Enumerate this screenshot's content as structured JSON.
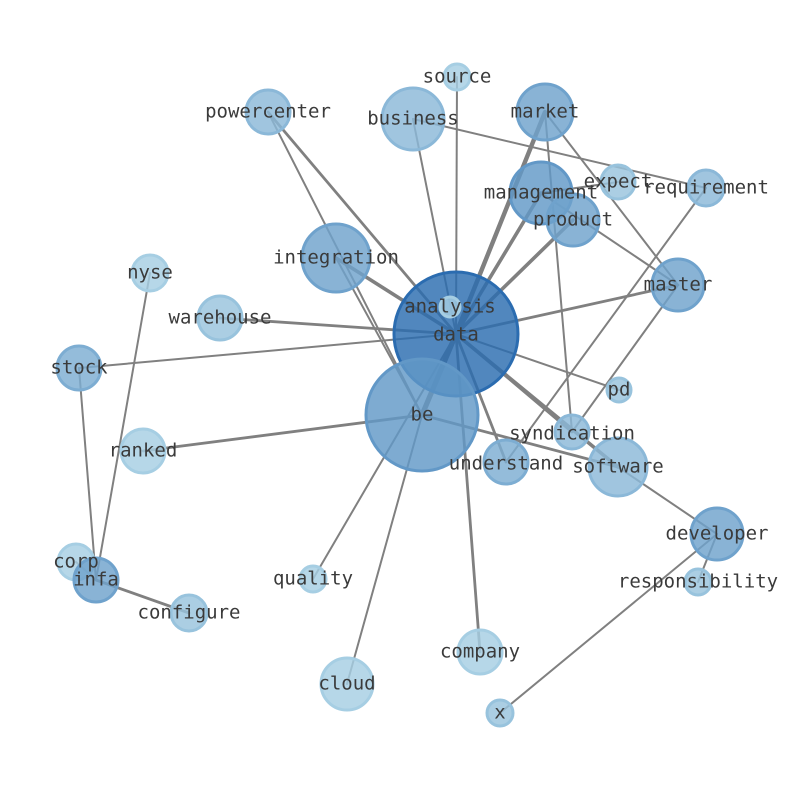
{
  "graph": {
    "nodes": [
      {
        "id": "data",
        "label": "data",
        "weight": 10
      },
      {
        "id": "analysis",
        "label": "analysis",
        "weight": 1
      },
      {
        "id": "be",
        "label": "be",
        "weight": 6
      },
      {
        "id": "source",
        "label": "source",
        "weight": 1
      },
      {
        "id": "powercenter",
        "label": "powercenter",
        "weight": 3
      },
      {
        "id": "business",
        "label": "business",
        "weight": 3
      },
      {
        "id": "market",
        "label": "market",
        "weight": 5
      },
      {
        "id": "management",
        "label": "management",
        "weight": 6
      },
      {
        "id": "expect",
        "label": "expect",
        "weight": 2
      },
      {
        "id": "requirement",
        "label": "requirement",
        "weight": 3
      },
      {
        "id": "product",
        "label": "product",
        "weight": 5
      },
      {
        "id": "integration",
        "label": "integration",
        "weight": 5
      },
      {
        "id": "nyse",
        "label": "nyse",
        "weight": 1
      },
      {
        "id": "warehouse",
        "label": "warehouse",
        "weight": 2
      },
      {
        "id": "master",
        "label": "master",
        "weight": 5
      },
      {
        "id": "stock",
        "label": "stock",
        "weight": 4
      },
      {
        "id": "pd",
        "label": "pd",
        "weight": 2
      },
      {
        "id": "ranked",
        "label": "ranked",
        "weight": 1
      },
      {
        "id": "syndication",
        "label": "syndication",
        "weight": 3
      },
      {
        "id": "understand",
        "label": "understand",
        "weight": 4
      },
      {
        "id": "software",
        "label": "software",
        "weight": 3
      },
      {
        "id": "developer",
        "label": "developer",
        "weight": 5
      },
      {
        "id": "responsibility",
        "label": "responsibility",
        "weight": 2
      },
      {
        "id": "corp",
        "label": "corp",
        "weight": 1
      },
      {
        "id": "infa",
        "label": "infa",
        "weight": 5
      },
      {
        "id": "configure",
        "label": "configure",
        "weight": 2
      },
      {
        "id": "quality",
        "label": "quality",
        "weight": 1
      },
      {
        "id": "company",
        "label": "company",
        "weight": 1
      },
      {
        "id": "cloud",
        "label": "cloud",
        "weight": 1
      },
      {
        "id": "x",
        "label": "x",
        "weight": 2
      }
    ],
    "edges": [
      {
        "source": "data",
        "target": "be",
        "weight": 5
      },
      {
        "source": "data",
        "target": "integration",
        "weight": 3
      },
      {
        "source": "data",
        "target": "market",
        "weight": 4
      },
      {
        "source": "data",
        "target": "management",
        "weight": 3
      },
      {
        "source": "data",
        "target": "product",
        "weight": 3
      },
      {
        "source": "data",
        "target": "master",
        "weight": 2
      },
      {
        "source": "data",
        "target": "warehouse",
        "weight": 2
      },
      {
        "source": "data",
        "target": "stock",
        "weight": 1
      },
      {
        "source": "data",
        "target": "pd",
        "weight": 1
      },
      {
        "source": "data",
        "target": "software",
        "weight": 3
      },
      {
        "source": "data",
        "target": "syndication",
        "weight": 2
      },
      {
        "source": "data",
        "target": "understand",
        "weight": 2
      },
      {
        "source": "data",
        "target": "powercenter",
        "weight": 2
      },
      {
        "source": "data",
        "target": "business",
        "weight": 1
      },
      {
        "source": "data",
        "target": "source",
        "weight": 1
      },
      {
        "source": "data",
        "target": "quality",
        "weight": 1
      },
      {
        "source": "data",
        "target": "company",
        "weight": 2
      },
      {
        "source": "be",
        "target": "ranked",
        "weight": 2
      },
      {
        "source": "be",
        "target": "software",
        "weight": 2
      },
      {
        "source": "be",
        "target": "cloud",
        "weight": 1
      },
      {
        "source": "be",
        "target": "market",
        "weight": 2
      },
      {
        "source": "be",
        "target": "integration",
        "weight": 1
      },
      {
        "source": "powercenter",
        "target": "be",
        "weight": 1
      },
      {
        "source": "business",
        "target": "requirement",
        "weight": 1
      },
      {
        "source": "market",
        "target": "master",
        "weight": 1
      },
      {
        "source": "market",
        "target": "syndication",
        "weight": 1
      },
      {
        "source": "management",
        "target": "master",
        "weight": 1
      },
      {
        "source": "expect",
        "target": "management",
        "weight": 1
      },
      {
        "source": "requirement",
        "target": "understand",
        "weight": 1
      },
      {
        "source": "master",
        "target": "syndication",
        "weight": 1
      },
      {
        "source": "software",
        "target": "developer",
        "weight": 1
      },
      {
        "source": "developer",
        "target": "responsibility",
        "weight": 1
      },
      {
        "source": "developer",
        "target": "x",
        "weight": 1
      },
      {
        "source": "stock",
        "target": "infa",
        "weight": 1
      },
      {
        "source": "nyse",
        "target": "infa",
        "weight": 1
      },
      {
        "source": "infa",
        "target": "configure",
        "weight": 2
      },
      {
        "source": "infa",
        "target": "corp",
        "weight": 1
      }
    ],
    "colors": {
      "node_light": "#a6cee3",
      "node_dark": "#2b6cb0",
      "edge": "#808080",
      "label": "#3a3a3a"
    }
  }
}
